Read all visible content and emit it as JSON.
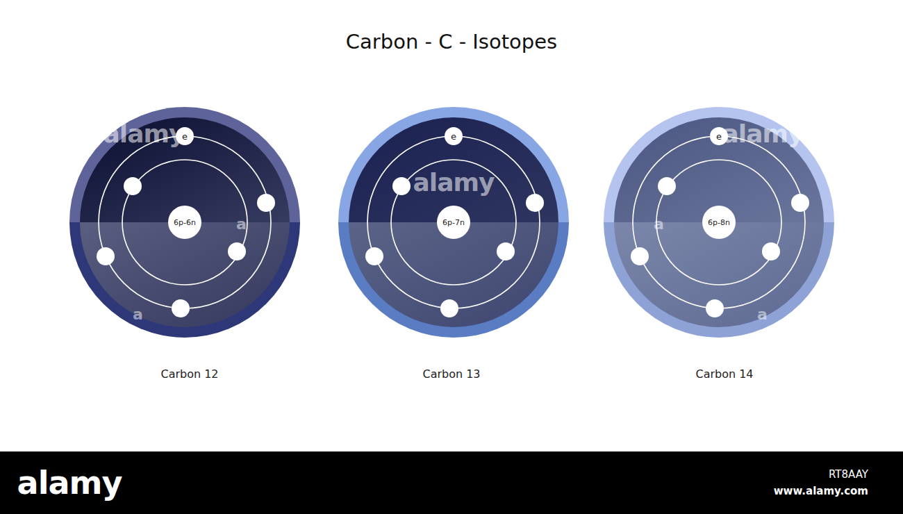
{
  "diagram": {
    "title": "Carbon - C - Isotopes",
    "nodes": [
      {
        "text": [
          "e"
        ]
      },
      {
        "text": [
          "6p-6n"
        ]
      },
      {
        "text": [
          "e"
        ]
      },
      {
        "text": [
          "6p-7n"
        ]
      },
      {
        "text": [
          "e"
        ]
      },
      {
        "text": [
          "6p-8n"
        ]
      }
    ],
    "labels": [
      "Carbon 12",
      "Carbon 13",
      "Carbon 14",
      "alamy",
      "alamy",
      "alamy",
      "a",
      "a",
      "a",
      "a",
      "alamy",
      "RT8AAY",
      "www.alamy.com"
    ]
  }
}
